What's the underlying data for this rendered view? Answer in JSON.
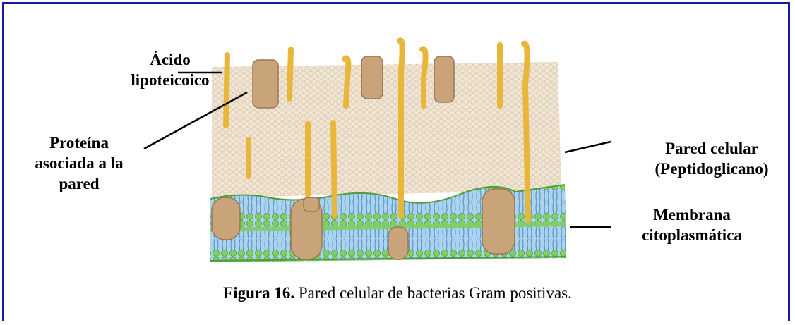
{
  "labels": {
    "acido": [
      "Ácido",
      "lipoteicoico"
    ],
    "proteina": [
      "Proteína",
      "asociada a la",
      "pared"
    ],
    "pared": [
      "Pared celular",
      "(Peptidoglicano)"
    ],
    "membrana": [
      "Membrana",
      "citoplasmática"
    ]
  },
  "caption": {
    "bold": "Figura 16.",
    "text": " Pared celular de bacterias Gram positivas."
  },
  "colors": {
    "border": "#1a1aa6",
    "acid_yellow": "#e8b73a",
    "protein_tan": "#c9a47a",
    "membrane_blue": "#8fc4e6",
    "lipid_green": "#7ccf6a",
    "peptidoglycan": "#eadbc6"
  }
}
